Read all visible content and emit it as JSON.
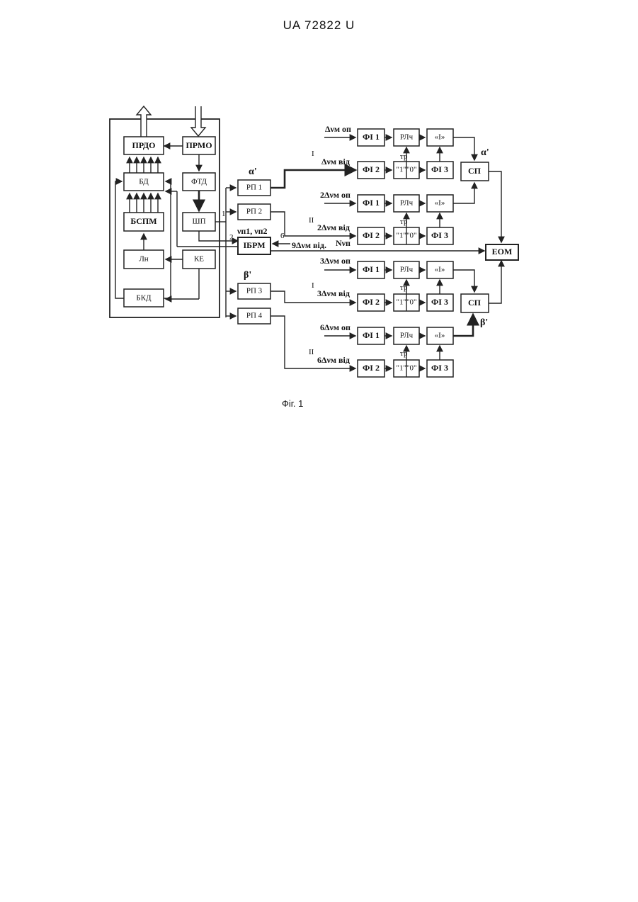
{
  "header": {
    "doc_id": "UA   72822   U"
  },
  "caption": "Фіг. 1",
  "blocks": {
    "prdo": "ПРДО",
    "prmo": "ПРМО",
    "bd": "БД",
    "ftd": "ФТД",
    "bspm": "БСПМ",
    "shp": "ШП",
    "ln": "Лн",
    "ke": "КЕ",
    "bkd": "БКД",
    "ibrm": "ІБРМ",
    "eom": "ЕОМ",
    "rp1": "РП 1",
    "rp2": "РП 2",
    "rp3": "РП 3",
    "rp4": "РП 4",
    "fi1": "ФІ 1",
    "fi2": "ФІ 2",
    "fi3": "ФІ 3",
    "rlch": "РЛч",
    "and": "«І»",
    "sp": "СП",
    "flip": "\"1\"\"0\""
  },
  "labels": {
    "alpha": "α'",
    "beta": "β'",
    "tr": "тр",
    "port1": "1",
    "port2": "2",
    "port6": "6",
    "nu_pair": "νп1, νп2",
    "input9": "9Δνм від.",
    "n_nu": "Nνп",
    "roman1": "I",
    "roman2": "II",
    "ch1_op": "Δνм оп",
    "ch1_vid": "Δνм від",
    "ch2_op": "2Δνм оп",
    "ch2_vid": "2Δνм від",
    "ch3_op": "3Δνм оп",
    "ch3_vid": "3Δνм від",
    "ch6_op": "6Δνм оп",
    "ch6_vid": "6Δνм від"
  },
  "colors": {
    "ink": "#222222",
    "paper": "#ffffff"
  }
}
